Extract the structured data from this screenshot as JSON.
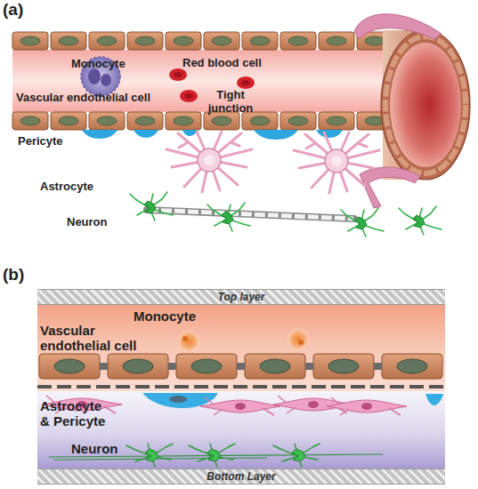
{
  "diagram": {
    "nodes": [
      {
        "text": [
          "Top layer"
        ]
      },
      {
        "text": [
          "Monocyte",
          "Vascular endothelial cell"
        ]
      },
      {
        "text": [
          "Astrocyte & Pericyte",
          "Neuron"
        ]
      },
      {
        "text": [
          "Bottom Layer"
        ]
      }
    ],
    "labels": [
      "(a)",
      "Monocyte",
      "Red blood cell",
      "Vascular endothelial cell",
      "Tight junction",
      "Pericyte",
      "Astrocyte",
      "Neuron",
      "(b)"
    ]
  }
}
